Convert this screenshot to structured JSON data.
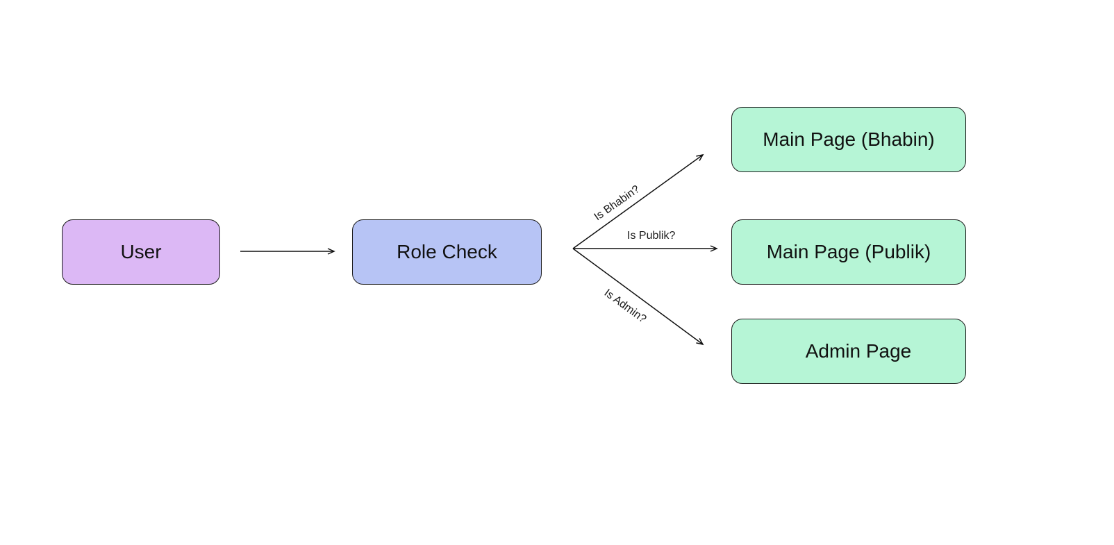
{
  "diagram": {
    "nodes": {
      "user": {
        "label": "User",
        "color": "#dcb8f5"
      },
      "role_check": {
        "label": "Role Check",
        "color": "#b7c4f5"
      },
      "main_bhabin": {
        "label": "Main Page (Bhabin)",
        "color": "#b6f5d6"
      },
      "main_publik": {
        "label": "Main Page (Publik)",
        "color": "#b6f5d6"
      },
      "admin_page": {
        "label": "Admin Page",
        "color": "#b6f5d6"
      }
    },
    "edges": {
      "user_to_role": {
        "label": ""
      },
      "to_bhabin": {
        "label": "Is Bhabin?"
      },
      "to_publik": {
        "label": "Is Publik?"
      },
      "to_admin": {
        "label": "Is Admin?"
      }
    }
  }
}
